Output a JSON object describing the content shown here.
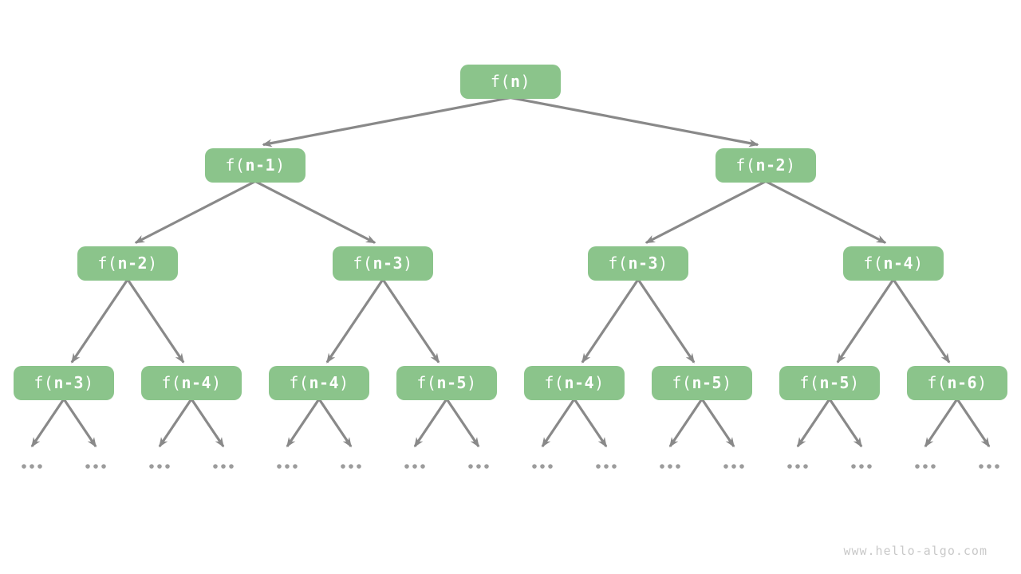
{
  "tree": {
    "levels": [
      {
        "nodes": [
          {
            "label": "f(n)",
            "prefix": "f(",
            "arg": "n",
            "suffix": ")"
          }
        ]
      },
      {
        "nodes": [
          {
            "label": "f(n-1)",
            "prefix": "f(",
            "arg": "n-1",
            "suffix": ")"
          },
          {
            "label": "f(n-2)",
            "prefix": "f(",
            "arg": "n-2",
            "suffix": ")"
          }
        ]
      },
      {
        "nodes": [
          {
            "label": "f(n-2)",
            "prefix": "f(",
            "arg": "n-2",
            "suffix": ")"
          },
          {
            "label": "f(n-3)",
            "prefix": "f(",
            "arg": "n-3",
            "suffix": ")"
          },
          {
            "label": "f(n-3)",
            "prefix": "f(",
            "arg": "n-3",
            "suffix": ")"
          },
          {
            "label": "f(n-4)",
            "prefix": "f(",
            "arg": "n-4",
            "suffix": ")"
          }
        ]
      },
      {
        "nodes": [
          {
            "label": "f(n-3)",
            "prefix": "f(",
            "arg": "n-3",
            "suffix": ")"
          },
          {
            "label": "f(n-4)",
            "prefix": "f(",
            "arg": "n-4",
            "suffix": ")"
          },
          {
            "label": "f(n-4)",
            "prefix": "f(",
            "arg": "n-4",
            "suffix": ")"
          },
          {
            "label": "f(n-5)",
            "prefix": "f(",
            "arg": "n-5",
            "suffix": ")"
          },
          {
            "label": "f(n-4)",
            "prefix": "f(",
            "arg": "n-4",
            "suffix": ")"
          },
          {
            "label": "f(n-5)",
            "prefix": "f(",
            "arg": "n-5",
            "suffix": ")"
          },
          {
            "label": "f(n-5)",
            "prefix": "f(",
            "arg": "n-5",
            "suffix": ")"
          },
          {
            "label": "f(n-6)",
            "prefix": "f(",
            "arg": "n-6",
            "suffix": ")"
          }
        ]
      }
    ],
    "leaf_ellipsis": "...",
    "leaf_group_count": 16
  },
  "watermark": {
    "text": "www.hello-algo.com"
  },
  "colors": {
    "background": "#ffffff",
    "node_fill": "#8bc48b",
    "node_text": "#ffffff",
    "edge": "#898989",
    "dots": "#9c9c9c",
    "watermark": "#c9c9c9"
  }
}
